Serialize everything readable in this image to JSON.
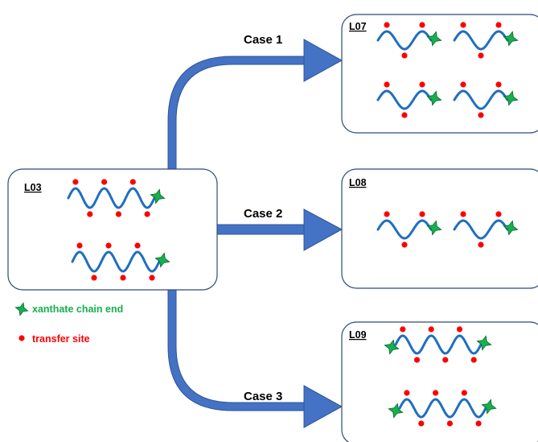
{
  "colors": {
    "arrow": "#4472C4",
    "arrow_stroke": "#2F5597",
    "chain": "#1F6FC0",
    "site": "#FF0000",
    "star": "#17B04E",
    "star_stroke": "#0A6B2E",
    "box_stroke": "#2F4A7A"
  },
  "boxes": {
    "source": {
      "label": "L03"
    },
    "case1": {
      "label": "L07"
    },
    "case2": {
      "label": "L08"
    },
    "case3": {
      "label": "L09"
    }
  },
  "cases": [
    "Case 1",
    "Case 2",
    "Case 3"
  ],
  "legend": {
    "chain_end": {
      "text": "xanthate chain end",
      "color": "#17B04E",
      "icon": "star-icon"
    },
    "transfer_site": {
      "text": "transfer site",
      "color": "#FF0000",
      "icon": "dot-icon"
    }
  }
}
